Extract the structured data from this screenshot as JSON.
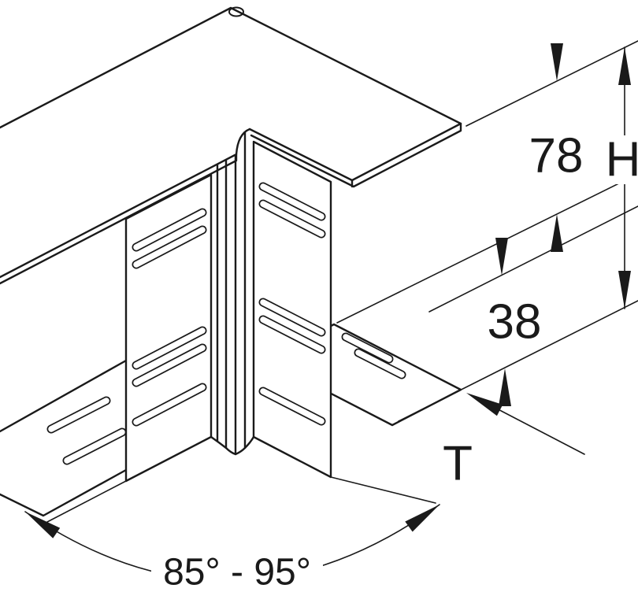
{
  "drawing": {
    "dimensions": {
      "upper_height": "78",
      "overall_height": "H",
      "lower_height": "38",
      "depth": "T",
      "angle_range": "85° - 95°"
    },
    "colors": {
      "line": "#1a1a1a",
      "background": "#ffffff"
    }
  }
}
